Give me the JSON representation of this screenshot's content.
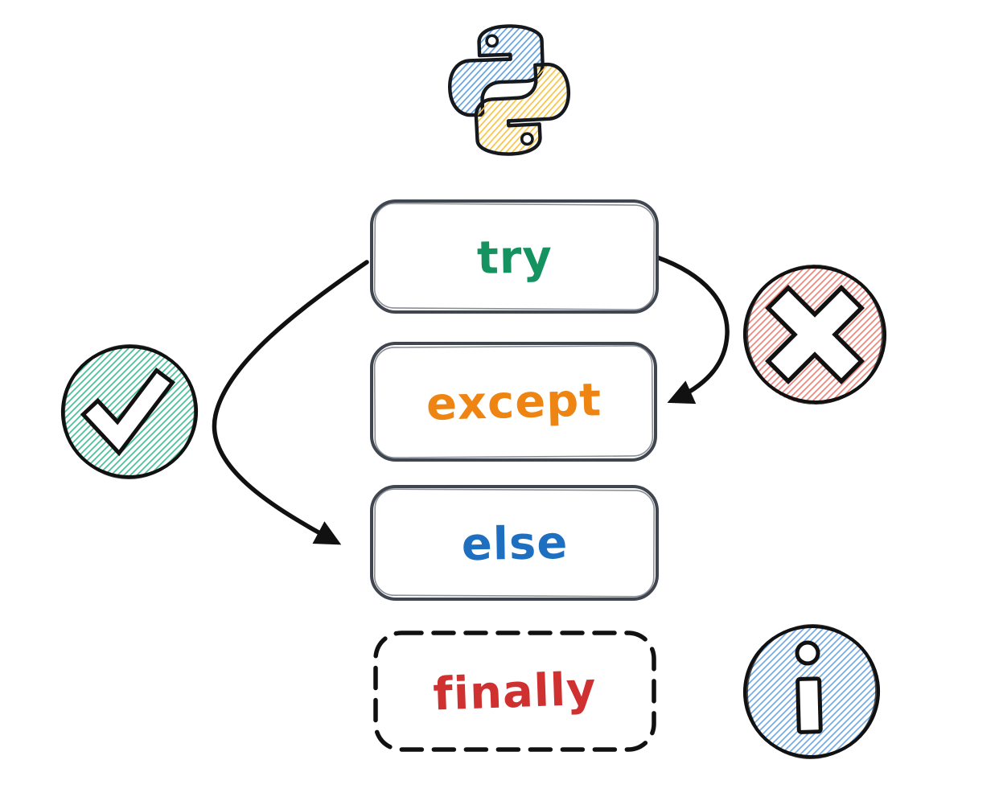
{
  "diagram": {
    "type": "flowchart",
    "background": "#ffffff",
    "logo": {
      "name": "python-logo",
      "blue": "#5f9fe0",
      "yellow": "#f9c23f",
      "outline": "#15181c"
    },
    "boxes": [
      {
        "label": "try",
        "text_color": "#14925f",
        "border": "solid"
      },
      {
        "label": "except",
        "text_color": "#ee8412",
        "border": "solid"
      },
      {
        "label": "else",
        "text_color": "#1e6fc0",
        "border": "solid"
      },
      {
        "label": "finally",
        "text_color": "#cf3131",
        "border": "dashed"
      }
    ],
    "box_border_color": "#3f4650",
    "dashed_border_color": "#111111",
    "arrow_color": "#111111",
    "arrows": [
      {
        "from": "try",
        "to": "except",
        "side": "right"
      },
      {
        "from": "try",
        "to": "else",
        "side": "left"
      }
    ],
    "badges": [
      {
        "icon": "check-icon",
        "hatch_color": "#3ec79b",
        "outline": "#111111"
      },
      {
        "icon": "cross-icon",
        "hatch_color": "#f8837b",
        "outline": "#111111"
      },
      {
        "icon": "info-icon",
        "hatch_color": "#6fadf0",
        "outline": "#111111"
      }
    ]
  }
}
